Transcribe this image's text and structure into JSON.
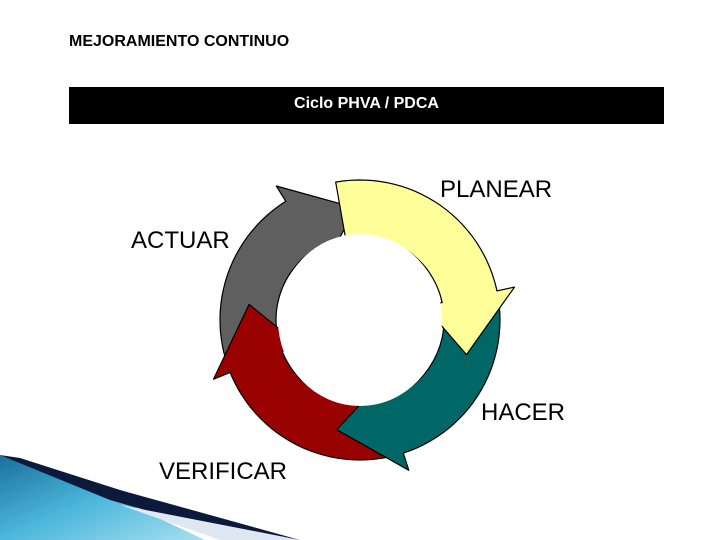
{
  "header": {
    "title": "MEJORAMIENTO CONTINUO"
  },
  "banner": {
    "text": "Ciclo PHVA  /  PDCA"
  },
  "stages": {
    "planear": {
      "label": "PLANEAR",
      "color": "#ffff99"
    },
    "hacer": {
      "label": "HACER",
      "color": "#006666"
    },
    "verificar": {
      "label": "VERIFICAR",
      "color": "#990000"
    },
    "actuar": {
      "label": "ACTUAR",
      "color": "#5f5f5f"
    }
  },
  "colors": {
    "banner_bg": "#000000",
    "deco_blue": "#3aa0c8"
  }
}
